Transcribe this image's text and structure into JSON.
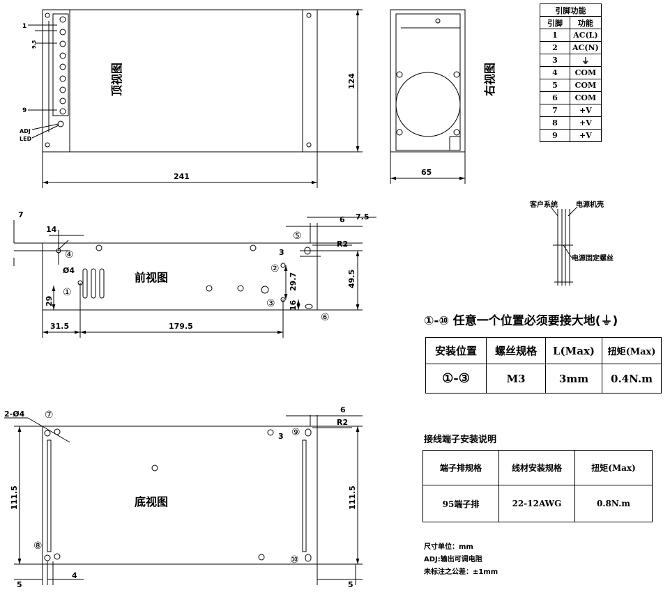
{
  "views": {
    "top": "顶视图",
    "right": "右视图",
    "front": "前视图",
    "bottom": "底视图"
  },
  "dims": {
    "top_width": "241",
    "top_height": "124",
    "right_width": "65",
    "front_7": "7",
    "front_14": "14",
    "front_phi4": "Ø4",
    "front_29": "29",
    "front_31_5": "31.5",
    "front_179_5": "179.5",
    "front_3": "3",
    "front_29_7": "29.7",
    "front_16": "16",
    "front_49_5": "49.5",
    "front_6": "6",
    "front_7_5": "7.5",
    "front_r2": "R2",
    "bottom_2phi4": "2-Ø4",
    "bottom_6": "6",
    "bottom_r2": "R2",
    "bottom_3": "3",
    "bottom_111_5_left": "111.5",
    "bottom_111_5_right": "111.5",
    "bottom_5_left": "5",
    "bottom_4": "4",
    "bottom_5_right": "5"
  },
  "top_labels": {
    "pin1": "1",
    "pin9": "9",
    "pitch": "9.5",
    "adj": "ADJ",
    "led": "LED"
  },
  "markers": [
    "①",
    "②",
    "③",
    "④",
    "⑤",
    "⑥",
    "⑦",
    "⑧",
    "⑨",
    "⑩"
  ],
  "pin_table": {
    "title": "引脚功能",
    "headers": [
      "引脚",
      "功能"
    ],
    "rows": [
      [
        "1",
        "AC(L)"
      ],
      [
        "2",
        "AC(N)"
      ],
      [
        "3",
        "⏚"
      ],
      [
        "4",
        "COM"
      ],
      [
        "5",
        "COM"
      ],
      [
        "6",
        "COM"
      ],
      [
        "7",
        "+V"
      ],
      [
        "8",
        "+V"
      ],
      [
        "9",
        "+V"
      ]
    ]
  },
  "screw_detail": {
    "customer": "客户系统",
    "shell": "电源机壳",
    "screw": "电源固定螺丝"
  },
  "ground_note": "①-⑩ 任意一个位置必须要接大地(⏚)",
  "mount_table": {
    "headers": [
      "安装位置",
      "螺丝规格",
      "L(Max)",
      "扭矩(Max)"
    ],
    "row": [
      "①-③",
      "M3",
      "3mm",
      "0.4N.m"
    ]
  },
  "terminal_title": "接线端子安装说明",
  "terminal_table": {
    "headers": [
      "端子排规格",
      "线材安装规格",
      "扭矩(Max)"
    ],
    "row": [
      "95端子排",
      "22-12AWG",
      "0.8N.m"
    ]
  },
  "notes": [
    "尺寸单位：mm",
    "ADJ:输出可调电阻",
    "未标注之公差：±1mm"
  ]
}
